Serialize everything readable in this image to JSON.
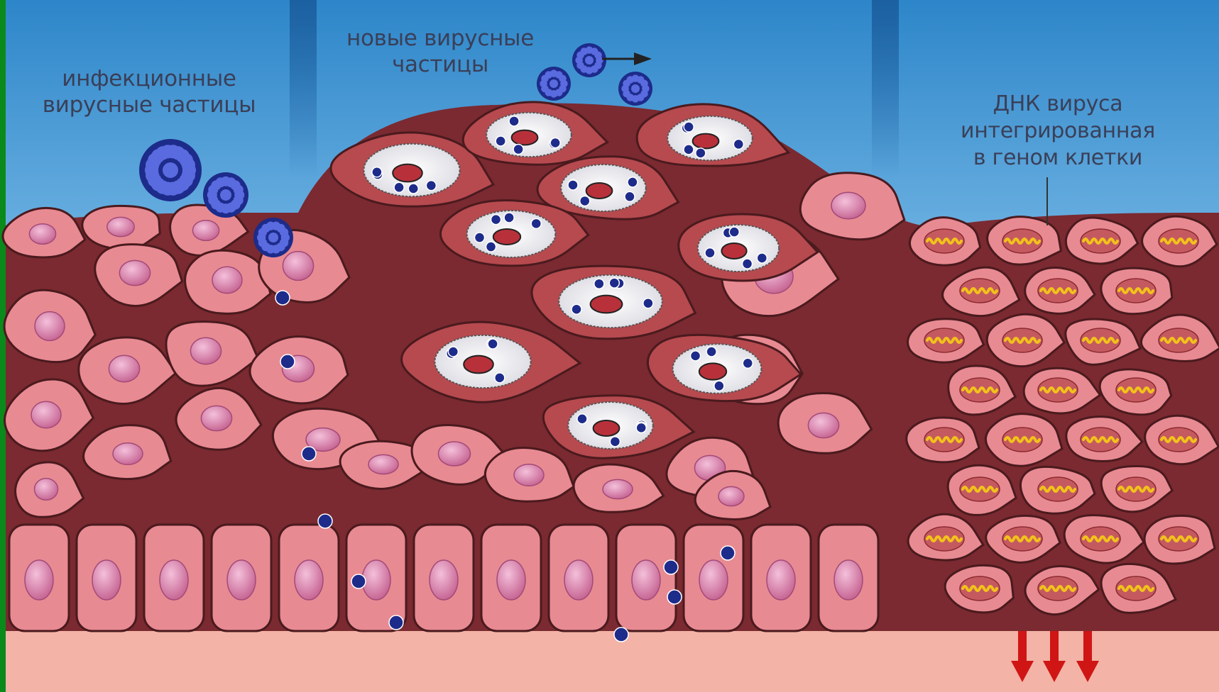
{
  "labels": {
    "infectious_particles": {
      "line1": "инфекционные",
      "line2": "вирусные частицы"
    },
    "new_particles": {
      "line1": "новые вирусные",
      "line2": "частицы"
    },
    "integrated_dna": {
      "line1": "ДНК вируса",
      "line2": "интегрированная",
      "line3": "в геном клетки"
    }
  },
  "colors": {
    "sky_top": "#2d86c9",
    "sky_bottom": "#e9f4fb",
    "cell_fill": "#e88a92",
    "cell_outline": "#4a1a1e",
    "infected_cell_fill": "#b64a4f",
    "nucleus": "#d77aa8",
    "virus": "#1d2b8a",
    "integrated_dna": "#f2c21a",
    "arrow": "#d01515",
    "label_text": "#3a3f58"
  },
  "icons": [
    "virus-particle-icon",
    "nucleus-icon",
    "dna-strand-icon",
    "direction-arrow-icon",
    "down-arrow-icon"
  ]
}
